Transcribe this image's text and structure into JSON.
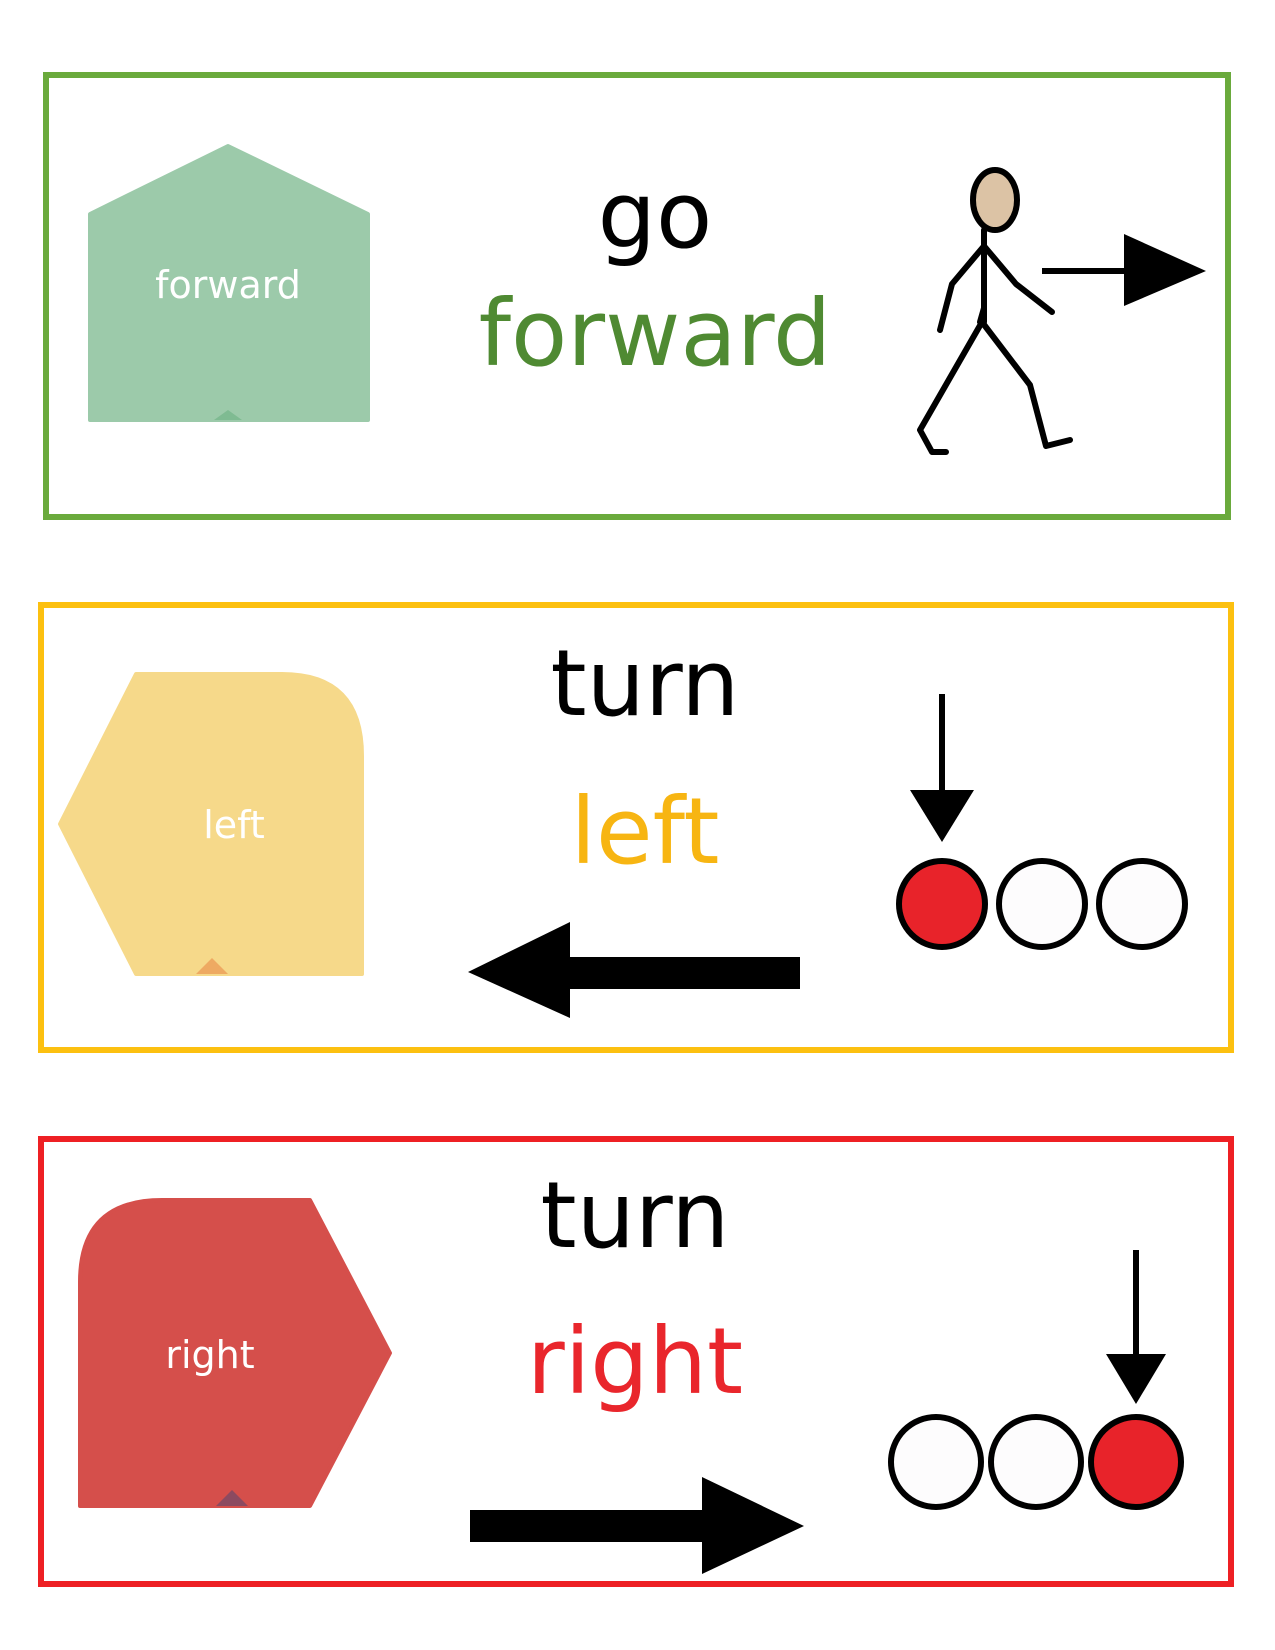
{
  "cards": {
    "forward": {
      "block_label": "forward",
      "verb": "go",
      "direction": "forward",
      "direction_color": "#4f8a32",
      "border_color": "#6aaa3c",
      "block_color": "#9ccaaa",
      "icons": [
        "walking-person-icon",
        "arrow-right-icon"
      ]
    },
    "left": {
      "block_label": "left",
      "verb": "turn",
      "direction": "left",
      "direction_color": "#f7b512",
      "border_color": "#fcc010",
      "block_color": "#f6d98a",
      "icons": [
        "arrow-down-icon",
        "circle-filled-red-icon",
        "circle-empty-icon",
        "arrow-left-icon"
      ]
    },
    "right": {
      "block_label": "right",
      "verb": "turn",
      "direction": "right",
      "direction_color": "#e9262c",
      "border_color": "#ee2024",
      "block_color": "#d54f4b",
      "icons": [
        "arrow-down-icon",
        "circle-empty-icon",
        "circle-filled-red-icon",
        "arrow-right-icon"
      ]
    }
  }
}
